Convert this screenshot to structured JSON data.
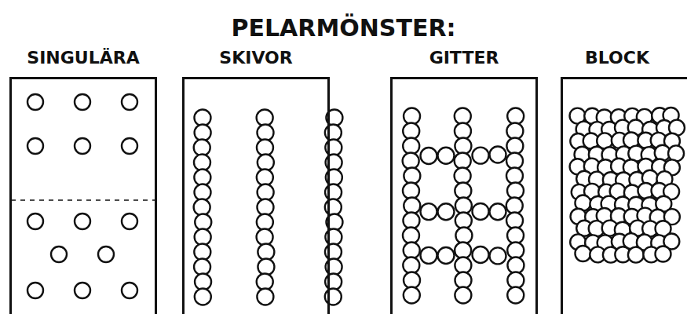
{
  "diagram": {
    "title": "PELARMÖNSTER:",
    "nodes": [
      {
        "text": [
          "SINGULÄRA"
        ]
      },
      {
        "text": [
          "SKIVOR"
        ]
      },
      {
        "text": [
          "GITTER"
        ]
      },
      {
        "text": [
          "BLOCK"
        ]
      }
    ]
  }
}
